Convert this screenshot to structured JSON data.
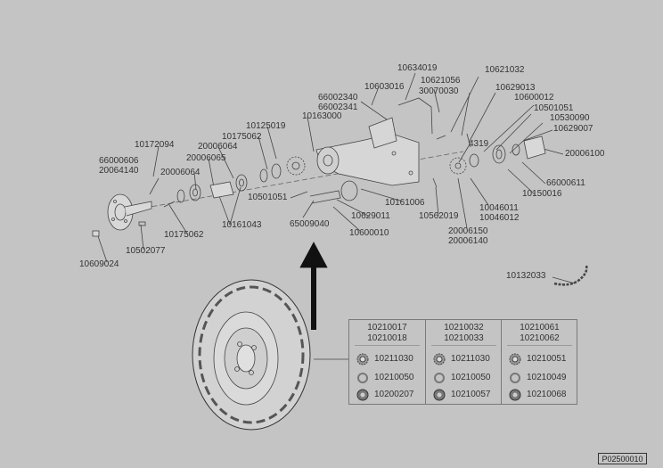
{
  "parts": {
    "p10634019": "10634019",
    "p10621032": "10621032",
    "p10603016": "10603016",
    "p10621056": "10621056",
    "p30070030": "30070030",
    "p10629013": "10629013",
    "p66002340": "66002340",
    "p66002341": "66002341",
    "p10600012": "10600012",
    "p10501051a": "10501051",
    "p10530090": "10530090",
    "p10163000": "10163000",
    "p10629007": "10629007",
    "p10125019": "10125019",
    "p4319": "4319",
    "p10175062a": "10175062",
    "p10172094": "10172094",
    "p20006064a": "20006064",
    "p20006100": "20006100",
    "p20006065": "20006065",
    "p66000606": "66000606",
    "p20064140": "20064140",
    "p20006064b": "20006064",
    "p66000611": "66000611",
    "p10501051b": "10501051",
    "p10161006": "10161006",
    "p10150016": "10150016",
    "p10046011": "10046011",
    "p10046012": "10046012",
    "p10629011": "10629011",
    "p10562019": "10562019",
    "p65009040": "65009040",
    "p20006150": "20006150",
    "p20006140": "20006140",
    "p10161043": "10161043",
    "p10600010": "10600010",
    "p10175062b": "10175062",
    "p10502077": "10502077",
    "p10609024": "10609024",
    "p10132033": "10132033"
  },
  "table": {
    "columns": [
      {
        "header": [
          "10210017",
          "10210018"
        ],
        "rows": [
          "10211030",
          "10210050",
          "10200207"
        ]
      },
      {
        "header": [
          "10210032",
          "10210033"
        ],
        "rows": [
          "10211030",
          "10210050",
          "10210057"
        ]
      },
      {
        "header": [
          "10210061",
          "10210062"
        ],
        "rows": [
          "10210051",
          "10210049",
          "10210068"
        ]
      }
    ]
  },
  "figure_code": "P02500010"
}
